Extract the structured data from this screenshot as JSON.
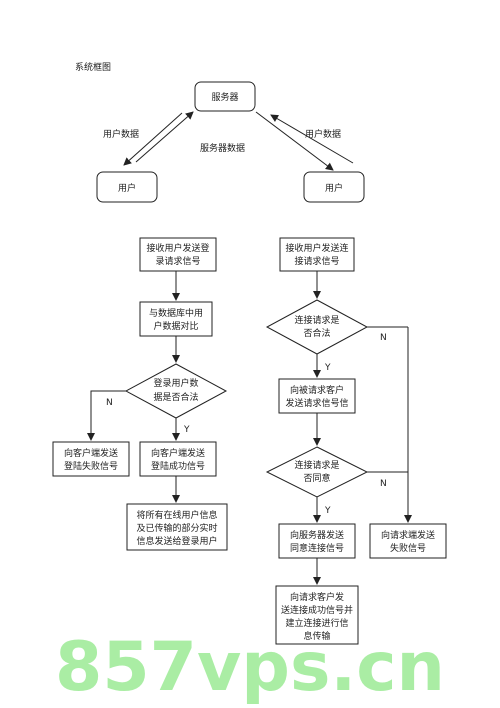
{
  "title": "系统框图",
  "top": {
    "server": "服务器",
    "user_left": "用户",
    "user_right": "用户",
    "label_user_data_left": "用户数据",
    "label_user_data_right": "用户数据",
    "label_server_data": "服务器数据"
  },
  "login_flow": {
    "receive": [
      "接收用户发送登",
      "录请求信号"
    ],
    "compare": [
      "与数据库中用",
      "户数据对比"
    ],
    "decision": [
      "登录用户数",
      "据是否合法"
    ],
    "no_label": "N",
    "yes_label": "Y",
    "fail": [
      "向客户端发送",
      "登陆失败信号"
    ],
    "success": [
      "向客户端发送",
      "登陆成功信号"
    ],
    "send_info": [
      "将所有在线用户信息",
      "及已传输的部分实时",
      "信息发送给登录用户"
    ]
  },
  "connect_flow": {
    "receive": [
      "接收用户发送连",
      "接请求信号"
    ],
    "decision1": [
      "连接请求是",
      "否合法"
    ],
    "no_label1": "N",
    "yes_label1": "Y",
    "send_request": [
      "向被请求客户",
      "发送请求信号信"
    ],
    "decision2": [
      "连接请求是",
      "否同意"
    ],
    "no_label2": "N",
    "yes_label2": "Y",
    "agree": [
      "向服务器发送",
      "同意连接信号"
    ],
    "fail": [
      "向请求端发送",
      "失败信号"
    ],
    "final": [
      "向请求客户发",
      "送连接成功信号并",
      "建立连接进行信",
      "息传输"
    ]
  },
  "watermark": "857vps.cn"
}
